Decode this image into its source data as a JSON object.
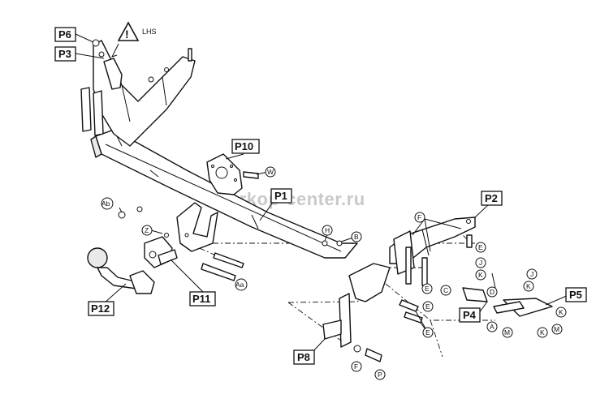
{
  "diagram": {
    "watermark": "arkop-center.ru",
    "warning_text": "LHS",
    "part_labels": [
      "P1",
      "P2",
      "P3",
      "P4",
      "P5",
      "P6",
      "P8",
      "P10",
      "P11",
      "P12"
    ],
    "fastener_labels": [
      "Ab",
      "Z",
      "W",
      "H",
      "B",
      "F",
      "E",
      "J",
      "K",
      "C",
      "D",
      "A",
      "M",
      "Aa",
      "P"
    ]
  }
}
